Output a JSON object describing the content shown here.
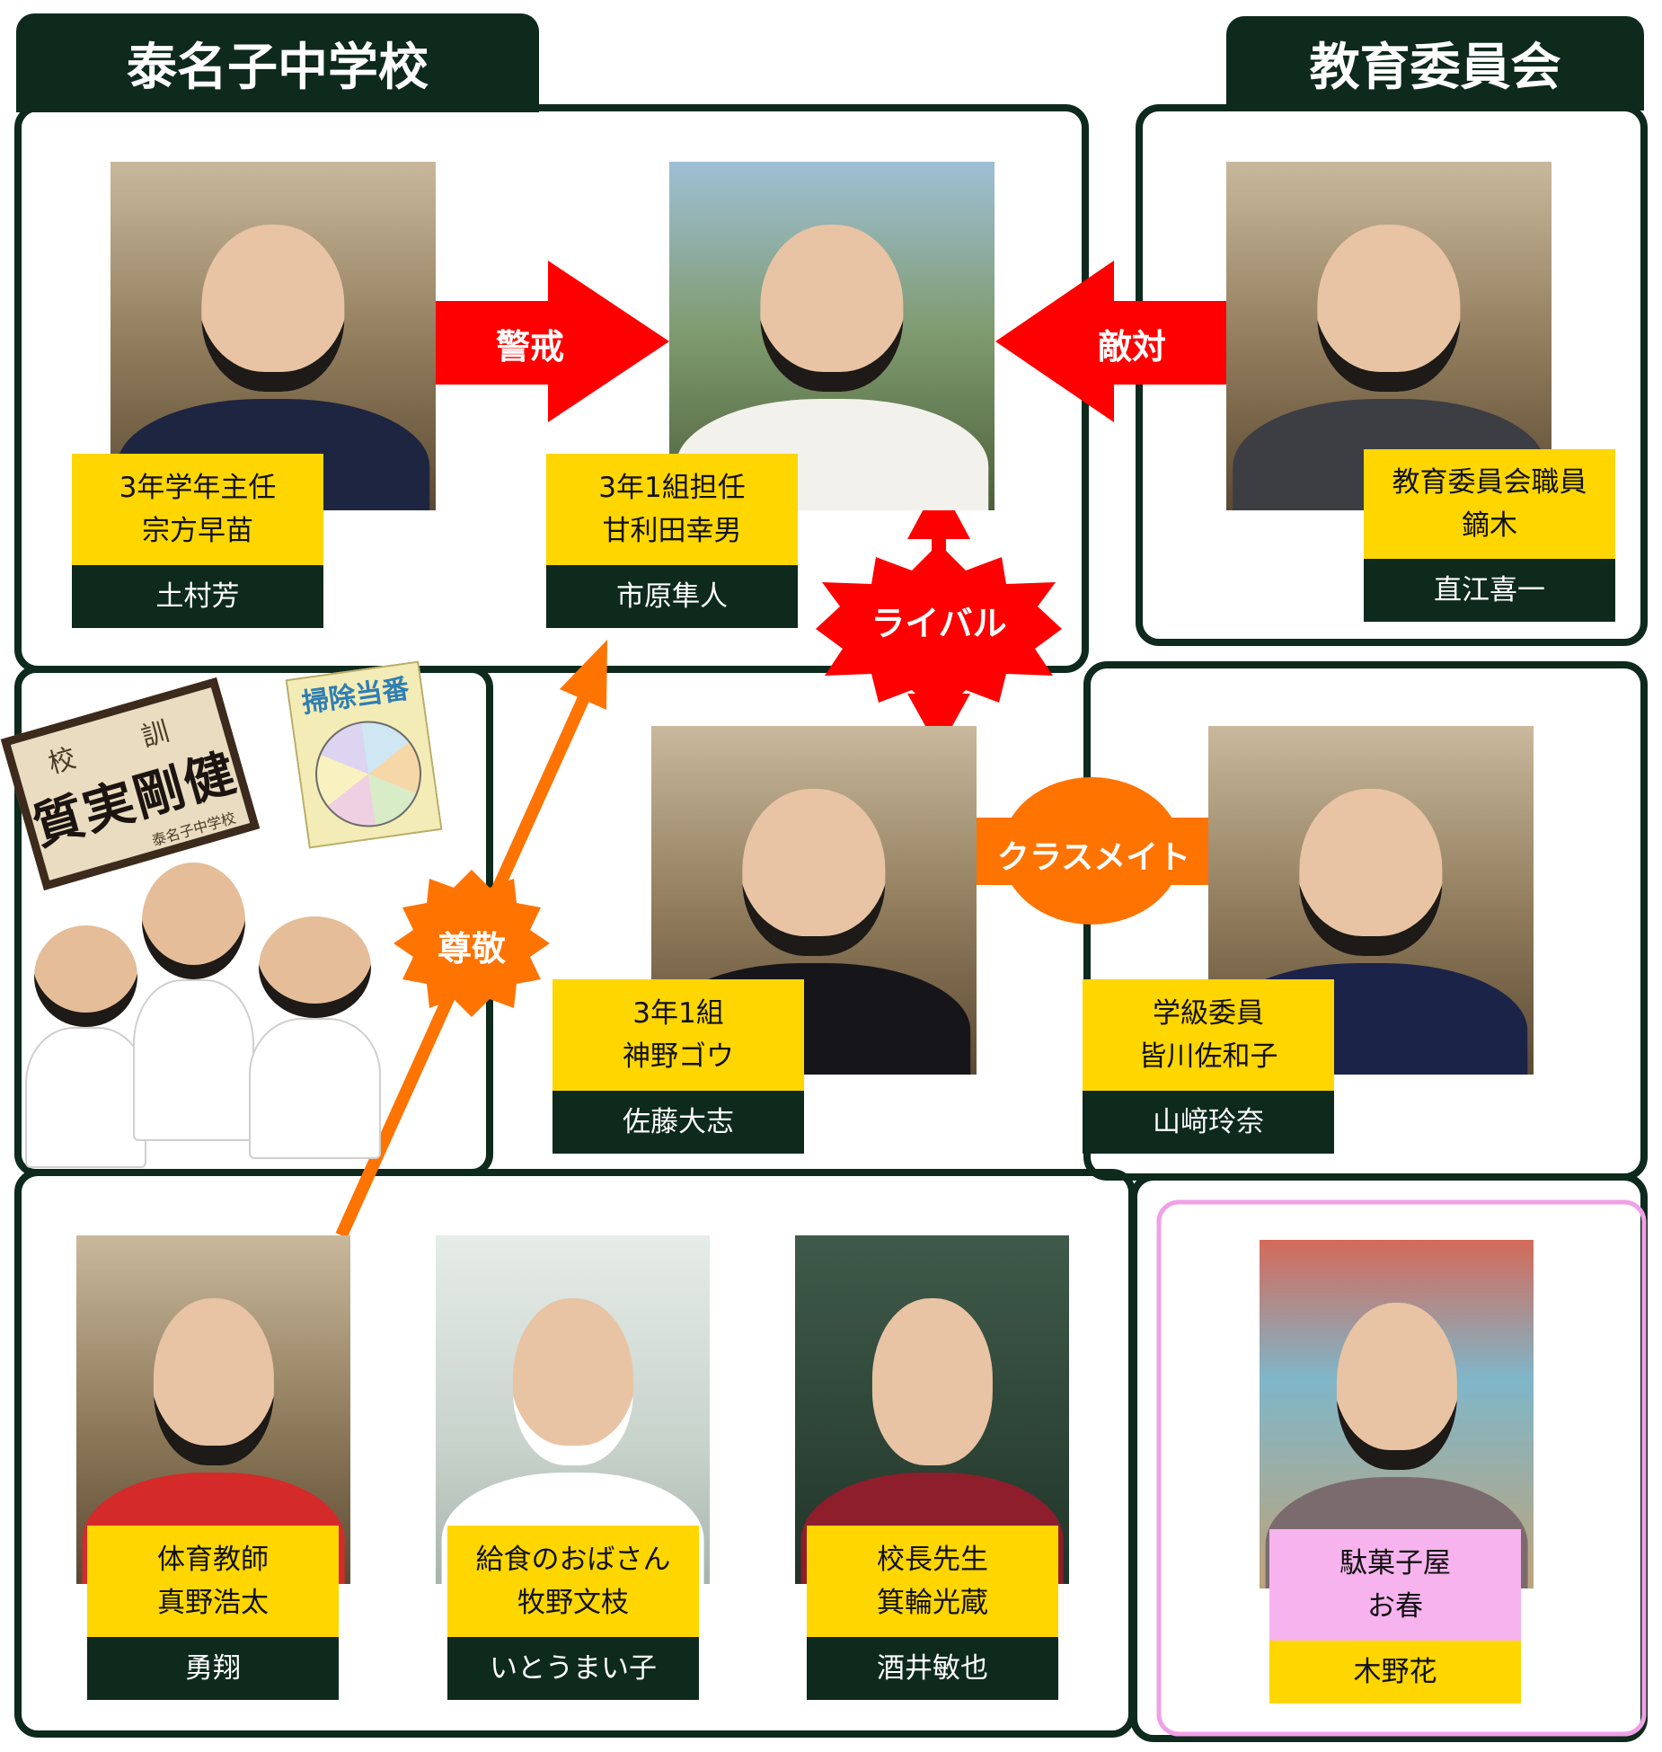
{
  "groups": {
    "school": "泰名子中学校",
    "board": "教育委員会"
  },
  "people": {
    "munakata": {
      "role1": "3年学年主任",
      "role2": "宗方早苗",
      "actor": "土村芳"
    },
    "amarita": {
      "role1": "3年1組担任",
      "role2": "甘利田幸男",
      "actor": "市原隼人"
    },
    "kaburagi": {
      "role1": "教育委員会職員",
      "role2": "鏑木",
      "actor": "直江喜一"
    },
    "jinno": {
      "role1": "3年1組",
      "role2": "神野ゴウ",
      "actor": "佐藤大志"
    },
    "minagawa": {
      "role1": "学級委員",
      "role2": "皆川佐和子",
      "actor": "山﨑玲奈"
    },
    "mano": {
      "role1": "体育教師",
      "role2": "真野浩太",
      "actor": "勇翔"
    },
    "makino": {
      "role1": "給食のおばさん",
      "role2": "牧野文枝",
      "actor": "いとうまい子"
    },
    "minowa": {
      "role1": "校長先生",
      "role2": "箕輪光蔵",
      "actor": "酒井敏也"
    },
    "oharu": {
      "role1": "駄菓子屋",
      "role2": "お春",
      "actor": "木野花"
    }
  },
  "relations": {
    "keikai": "警戒",
    "tekitai": "敵対",
    "rival": "ライバル",
    "classmate": "クラスメイト",
    "sonkei": "尊敬"
  },
  "decor": {
    "motto_heading": "校　訓",
    "motto": "質実剛健",
    "motto_school": "泰名子中学校",
    "poster_title": "掃除当番"
  },
  "colors": {
    "dark_green": "#0d2a1d",
    "yellow": "#ffd600",
    "red": "#ff0000",
    "orange": "#ff7300",
    "pink": "#f0a0e6"
  }
}
